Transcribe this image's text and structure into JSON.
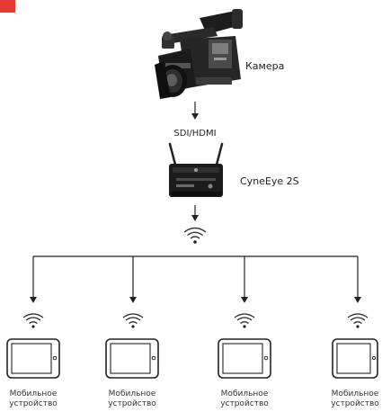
{
  "colors": {
    "accent": "#e53935",
    "stroke": "#222222",
    "fill_dark": "#1d1d1d",
    "fill_mid": "#3a3a3a",
    "fill_light": "#8a8a8a"
  },
  "diagram": {
    "camera": {
      "label": "Камера",
      "icon": "camcorder-icon"
    },
    "connection": {
      "label": "SDI/HDMI"
    },
    "transmitter": {
      "label": "CyneEye 2S",
      "icon": "wireless-transmitter-icon"
    },
    "wireless_icon": "wifi-signal-icon",
    "devices": [
      {
        "line1": "Мобильное",
        "line2": "устройство",
        "icon": "tablet-icon"
      },
      {
        "line1": "Мобильное",
        "line2": "устройство",
        "icon": "tablet-icon"
      },
      {
        "line1": "Мобильное",
        "line2": "устройство",
        "icon": "tablet-icon"
      },
      {
        "line1": "Мобильное",
        "line2": "устройство",
        "icon": "tablet-icon"
      }
    ]
  }
}
